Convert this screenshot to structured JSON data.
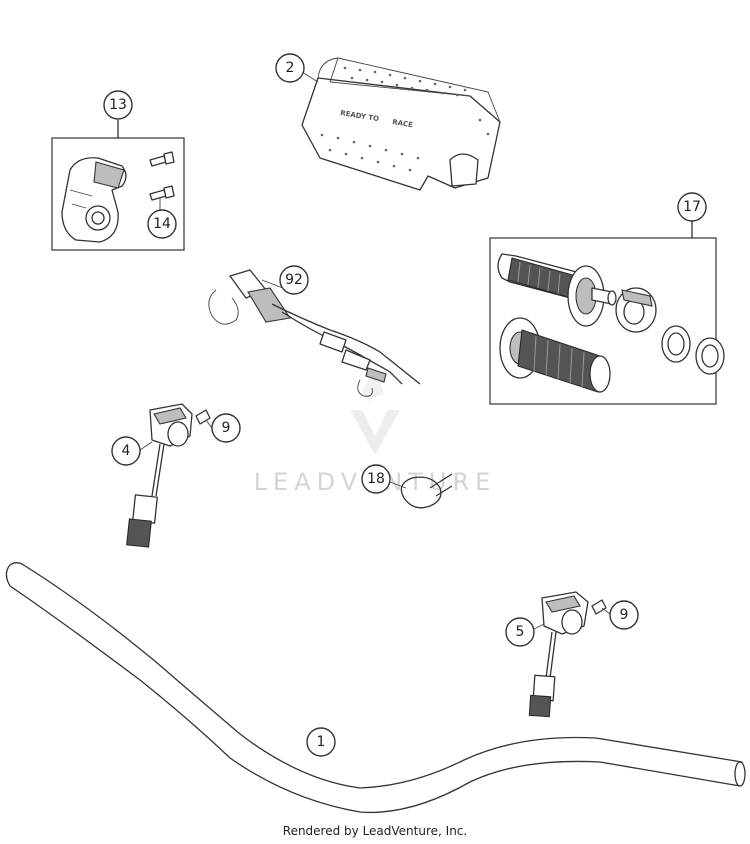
{
  "callouts": [
    {
      "id": "c1",
      "label": "1"
    },
    {
      "id": "c2",
      "label": "2"
    },
    {
      "id": "c4",
      "label": "4"
    },
    {
      "id": "c5",
      "label": "5"
    },
    {
      "id": "c9a",
      "label": "9"
    },
    {
      "id": "c9b",
      "label": "9"
    },
    {
      "id": "c13",
      "label": "13"
    },
    {
      "id": "c14",
      "label": "14"
    },
    {
      "id": "c17",
      "label": "17"
    },
    {
      "id": "c18",
      "label": "18"
    },
    {
      "id": "c92",
      "label": "92"
    }
  ],
  "pad_print": {
    "left": "READY TO",
    "right": "RACE"
  },
  "watermark": "LEADVENTURE",
  "footer": "Rendered by LeadVenture, Inc."
}
